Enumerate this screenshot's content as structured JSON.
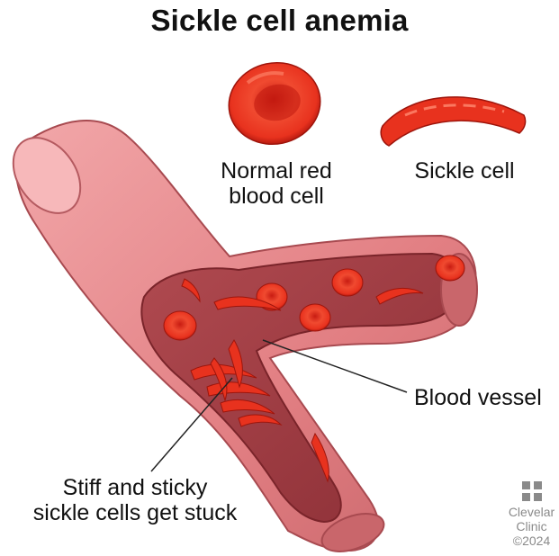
{
  "title": "Sickle cell anemia",
  "labels": {
    "normal_line1": "Normal red",
    "normal_line2": "blood cell",
    "sickle": "Sickle cell",
    "vessel": "Blood vessel",
    "stuck_line1": "Stiff and sticky",
    "stuck_line2": "sickle cells get stuck"
  },
  "logo": {
    "line1": "Clevelar",
    "line2": "Clinic",
    "copyright": "©2024"
  },
  "colors": {
    "cell_red": "#e8321e",
    "cell_dark": "#b81a10",
    "vessel_pink": "#e27f83",
    "vessel_inner": "#9c3a3f",
    "logo_gray": "#8a8a8a"
  }
}
